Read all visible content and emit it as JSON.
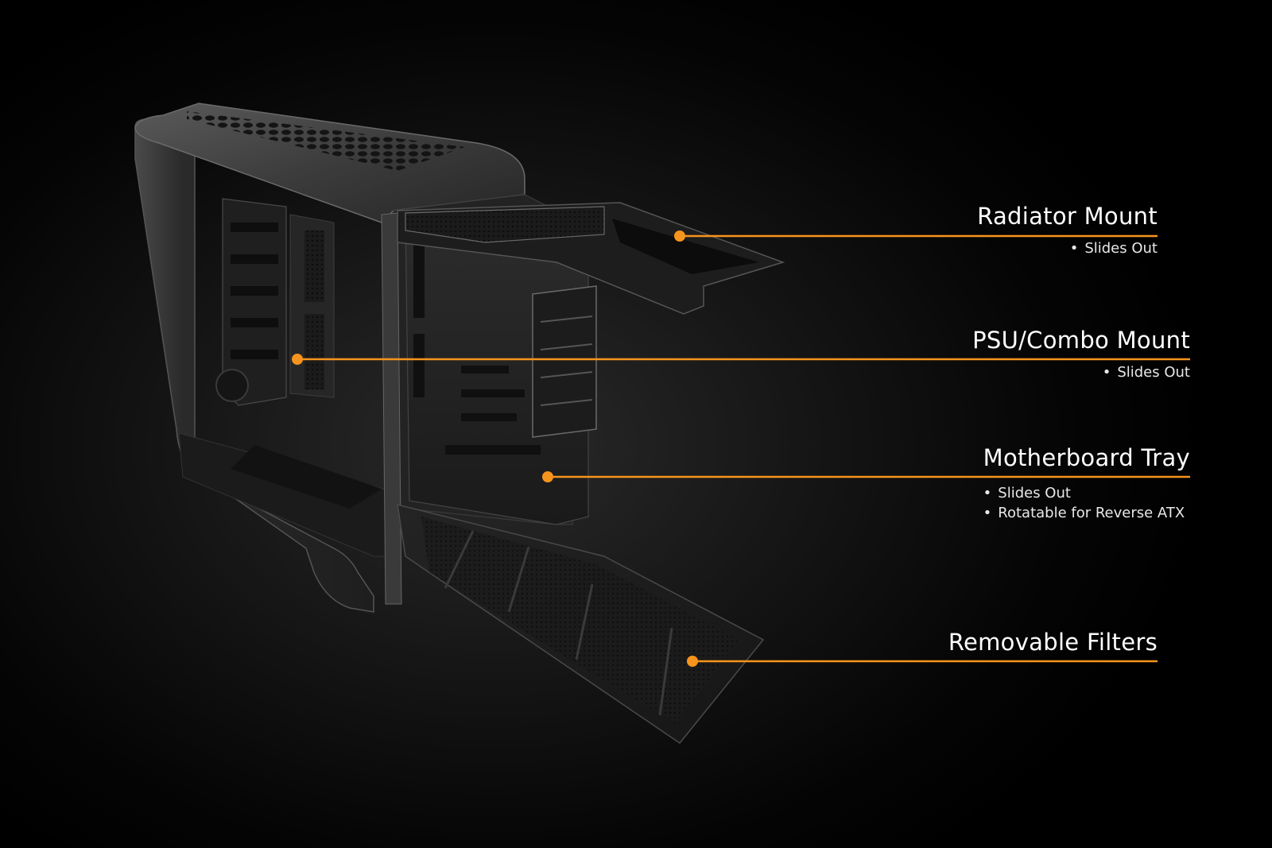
{
  "accent_color": "#f7941d",
  "callouts": {
    "radiator": {
      "title": "Radiator Mount",
      "bullets": [
        "Slides Out"
      ]
    },
    "psu": {
      "title": "PSU/Combo Mount",
      "bullets": [
        "Slides Out"
      ]
    },
    "motherboard": {
      "title": "Motherboard Tray",
      "bullets": [
        "Slides Out",
        "Rotatable for Reverse ATX"
      ]
    },
    "filters": {
      "title": "Removable Filters",
      "bullets": []
    }
  }
}
